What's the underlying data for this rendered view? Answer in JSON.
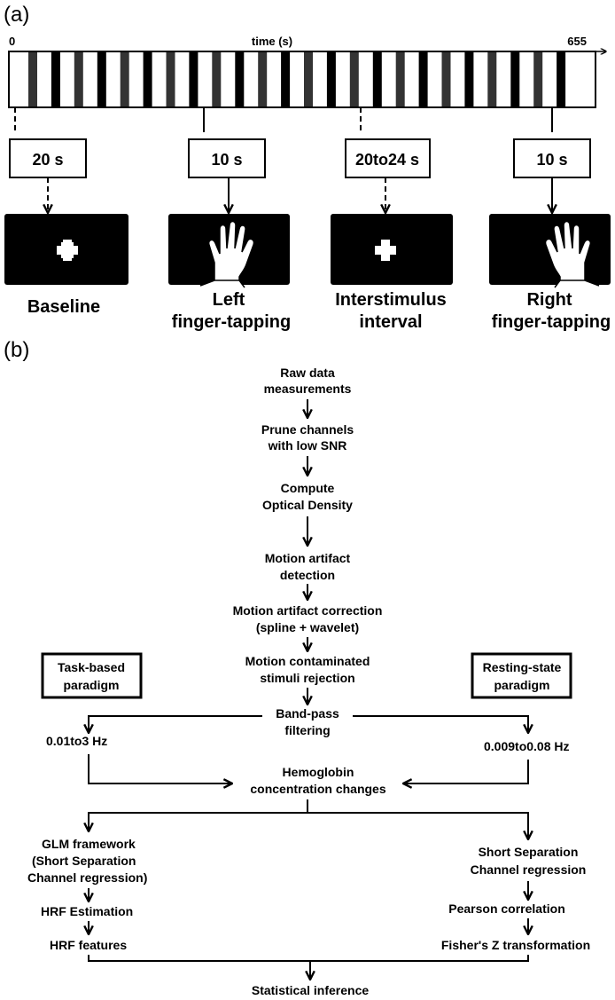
{
  "panel_a": {
    "label": "(a)",
    "timeline": {
      "start_label": "0",
      "end_label": "655",
      "axis_label": "time (s)",
      "stripe_color": "#333333"
    },
    "intervals": [
      {
        "duration": "20 s",
        "caption_line1": "Baseline",
        "caption_line2": "",
        "screen": "plus-icon",
        "line_style": "dashed"
      },
      {
        "duration": "10 s",
        "caption_line1": "Left",
        "caption_line2": "finger-tapping",
        "screen": "left-hand-icon",
        "line_style": "solid"
      },
      {
        "duration": "20to24 s",
        "caption_line1": "Interstimulus",
        "caption_line2": "interval",
        "screen": "plus-icon",
        "line_style": "dashed"
      },
      {
        "duration": "10 s",
        "caption_line1": "Right",
        "caption_line2": "finger-tapping",
        "screen": "right-hand-icon",
        "line_style": "solid"
      }
    ]
  },
  "panel_b": {
    "label": "(b)",
    "pipeline": [
      {
        "line1": "Raw data",
        "line2": "measurements"
      },
      {
        "line1": "Prune channels",
        "line2": "with low SNR"
      },
      {
        "line1": "Compute",
        "line2": "Optical Density"
      },
      {
        "line1": "Motion artifact",
        "line2": "detection"
      },
      {
        "line1": "Motion artifact correction",
        "line2": "(spline + wavelet)"
      },
      {
        "line1": "Motion contaminated",
        "line2": "stimuli rejection"
      },
      {
        "line1": "Band-pass",
        "line2": "filtering"
      }
    ],
    "task_box": {
      "line1": "Task-based",
      "line2": "paradigm"
    },
    "rest_box": {
      "line1": "Resting-state",
      "line2": "paradigm"
    },
    "task_freq": "0.01to3 Hz",
    "rest_freq": "0.009to0.08 Hz",
    "hemo": {
      "line1": "Hemoglobin",
      "line2": "concentration changes"
    },
    "left_branch": {
      "glm1": "GLM framework",
      "glm2": "(Short Separation",
      "glm3": "Channel regression)",
      "hrf_est": "HRF Estimation",
      "hrf_feat": "HRF features"
    },
    "right_branch": {
      "ss1": "Short Separation",
      "ss2": "Channel regression",
      "pearson": "Pearson correlation",
      "fisher": "Fisher's Z transformation"
    },
    "final": "Statistical inference"
  }
}
